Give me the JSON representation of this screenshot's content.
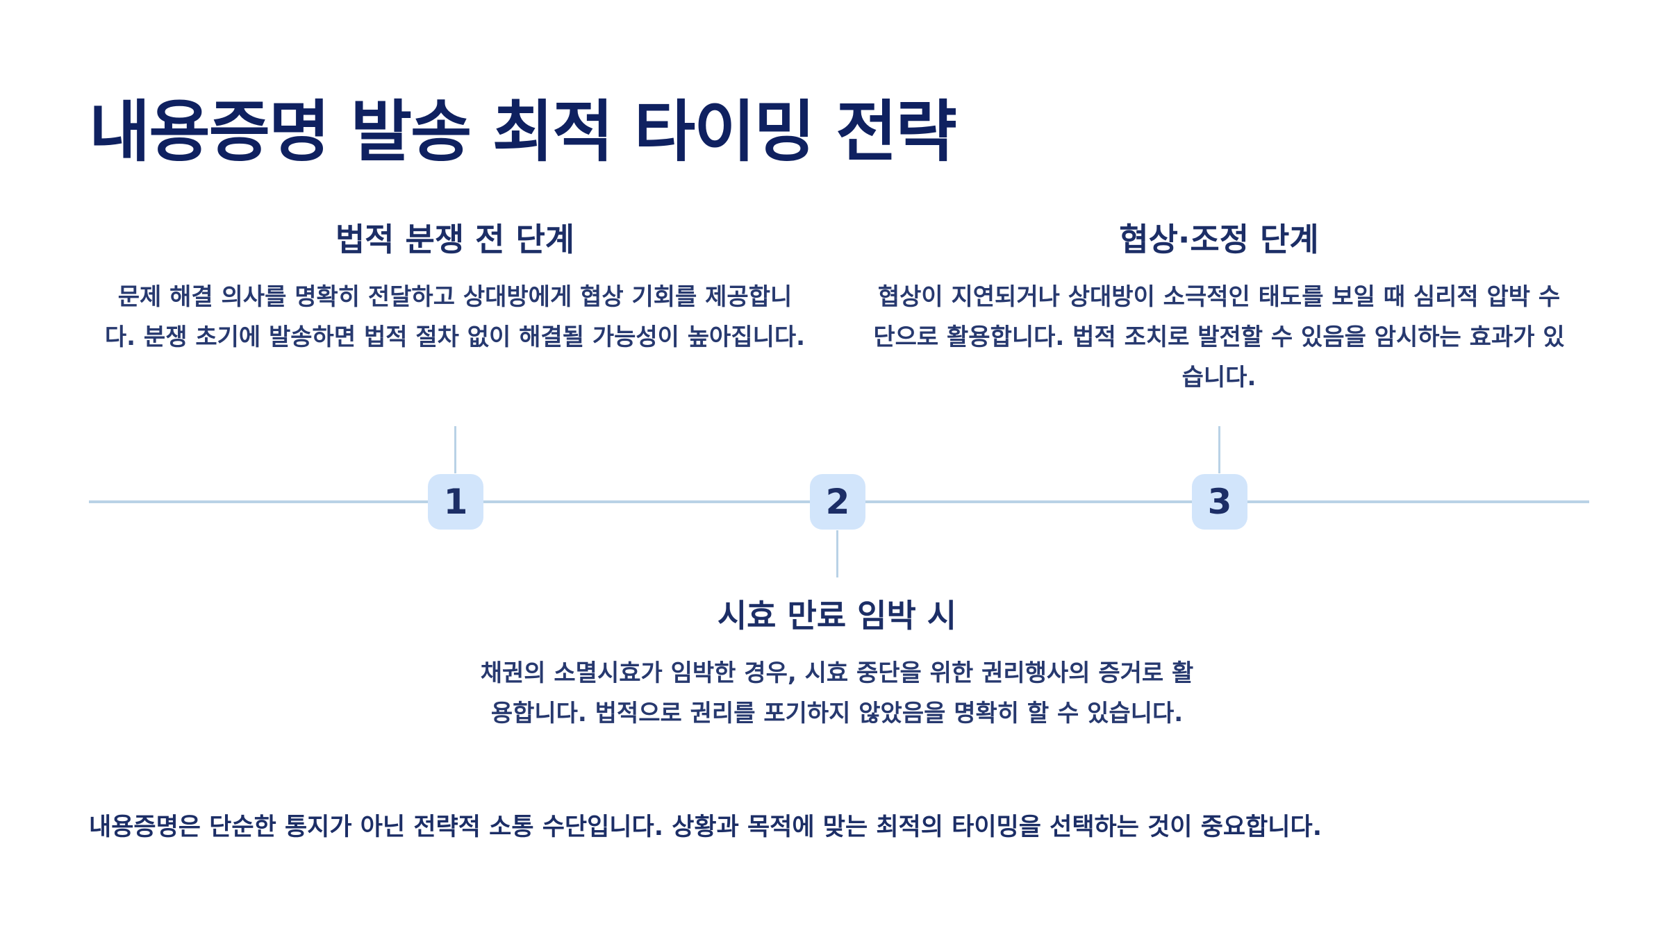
{
  "title": "내용증명 발송 최적 타이밍 전략",
  "steps": [
    {
      "number": "1",
      "heading": "법적 분쟁 전 단계",
      "description": "문제 해결 의사를 명확히 전달하고 상대방에게 협상 기회를 제공합니다. 분쟁 초기에 발송하면 법적 절차 없이 해결될 가능성이 높아집니다."
    },
    {
      "number": "2",
      "heading": "시효 만료 임박 시",
      "description": "채권의 소멸시효가 임박한 경우, 시효 중단을 위한 권리행사의 증거로 활용합니다. 법적으로 권리를 포기하지 않았음을 명확히 할 수 있습니다."
    },
    {
      "number": "3",
      "heading": "협상·조정 단계",
      "description": "협상이 지연되거나 상대방이 소극적인 태도를 보일 때 심리적 압박 수단으로 활용합니다. 법적 조치로 발전할 수 있음을 암시하는 효과가 있습니다."
    }
  ],
  "footer": "내용증명은 단순한 통지가 아닌 전략적 소통 수단입니다. 상황과 목적에 맞는 최적의 타이밍을 선택하는 것이 중요합니다.",
  "colors": {
    "title": "#0f2160",
    "text": "#1c2e66",
    "timeline": "#b9d2e6",
    "marker_fill": "#d2e5fb"
  }
}
